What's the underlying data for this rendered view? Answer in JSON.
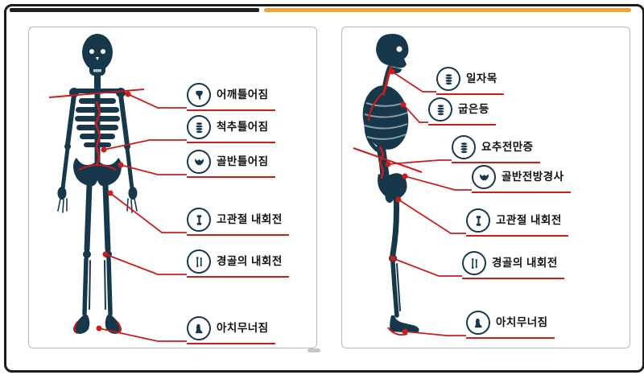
{
  "colors": {
    "skeleton": "#16384a",
    "marker_red": "#cc1c1c",
    "accent_bar": "#e9a43c",
    "dark_bar": "#1f1f1f"
  },
  "panels": [
    {
      "labels": [
        {
          "text": "어깨틀어짐",
          "icon_name": "shoulder-icon",
          "icon": "#icon-shoulder"
        },
        {
          "text": "척추틀어짐",
          "icon_name": "spine-icon",
          "icon": "#icon-spine"
        },
        {
          "text": "골반틀어짐",
          "icon_name": "pelvis-icon",
          "icon": "#icon-pelvis"
        },
        {
          "text": "고관절 내회전",
          "icon_name": "femur-bone-icon",
          "icon": "#icon-bone"
        },
        {
          "text": "경골의 내회전",
          "icon_name": "tibia-bones-icon",
          "icon": "#icon-bones"
        },
        {
          "text": "아치무너짐",
          "icon_name": "foot-icon",
          "icon": "#icon-foot"
        }
      ]
    },
    {
      "labels": [
        {
          "text": "일자목",
          "icon_name": "spine-icon",
          "icon": "#icon-spine"
        },
        {
          "text": "굽은등",
          "icon_name": "spine-icon",
          "icon": "#icon-spine"
        },
        {
          "text": "요추전만증",
          "icon_name": "spine-icon",
          "icon": "#icon-spine"
        },
        {
          "text": "골반전방경사",
          "icon_name": "pelvis-icon",
          "icon": "#icon-pelvis"
        },
        {
          "text": "고관절 내회전",
          "icon_name": "femur-bone-icon",
          "icon": "#icon-bone"
        },
        {
          "text": "경골의 내회전",
          "icon_name": "tibia-bones-icon",
          "icon": "#icon-bones"
        },
        {
          "text": "아치무너짐",
          "icon_name": "foot-icon",
          "icon": "#icon-foot"
        }
      ]
    }
  ]
}
